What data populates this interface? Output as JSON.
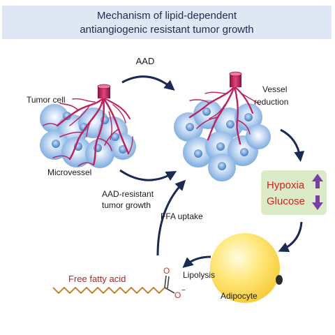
{
  "title": {
    "line1": "Mechanism of lipid-dependent",
    "line2": "antiangiogenic resistant tumor growth"
  },
  "labels": {
    "aad": "AAD",
    "tumor_cell": "Tumor cell",
    "microvessel": "Microvessel",
    "vessel_reduction_1": "Vessel",
    "vessel_reduction_2": "reduction",
    "aad_resistant_1": "AAD-resistant",
    "aad_resistant_2": "tumor growth",
    "ffa_uptake": "FFA uptake",
    "hypoxia": "Hypoxia",
    "glucose": "Glucose",
    "adipocyte": "Adipocyte",
    "lipolysis": "Lipolysis",
    "free_fatty_acid": "Free fatty acid",
    "oxygen_atom": "O",
    "oxide_atom": "O",
    "minus_sign": "−"
  },
  "colors": {
    "title_bg": "#dfe6f4",
    "arrow": "#1a2a55",
    "vessel": "#c0215e",
    "cell": "#6fa3dc",
    "hypoxia_text": "#d42020",
    "status_box": "#dcebc7",
    "status_arrows": "#7a3fa3",
    "adipocyte": "#ffd94a",
    "fatty_acid_chain": "#c4751d",
    "fatty_acid_label": "#b3261e"
  }
}
